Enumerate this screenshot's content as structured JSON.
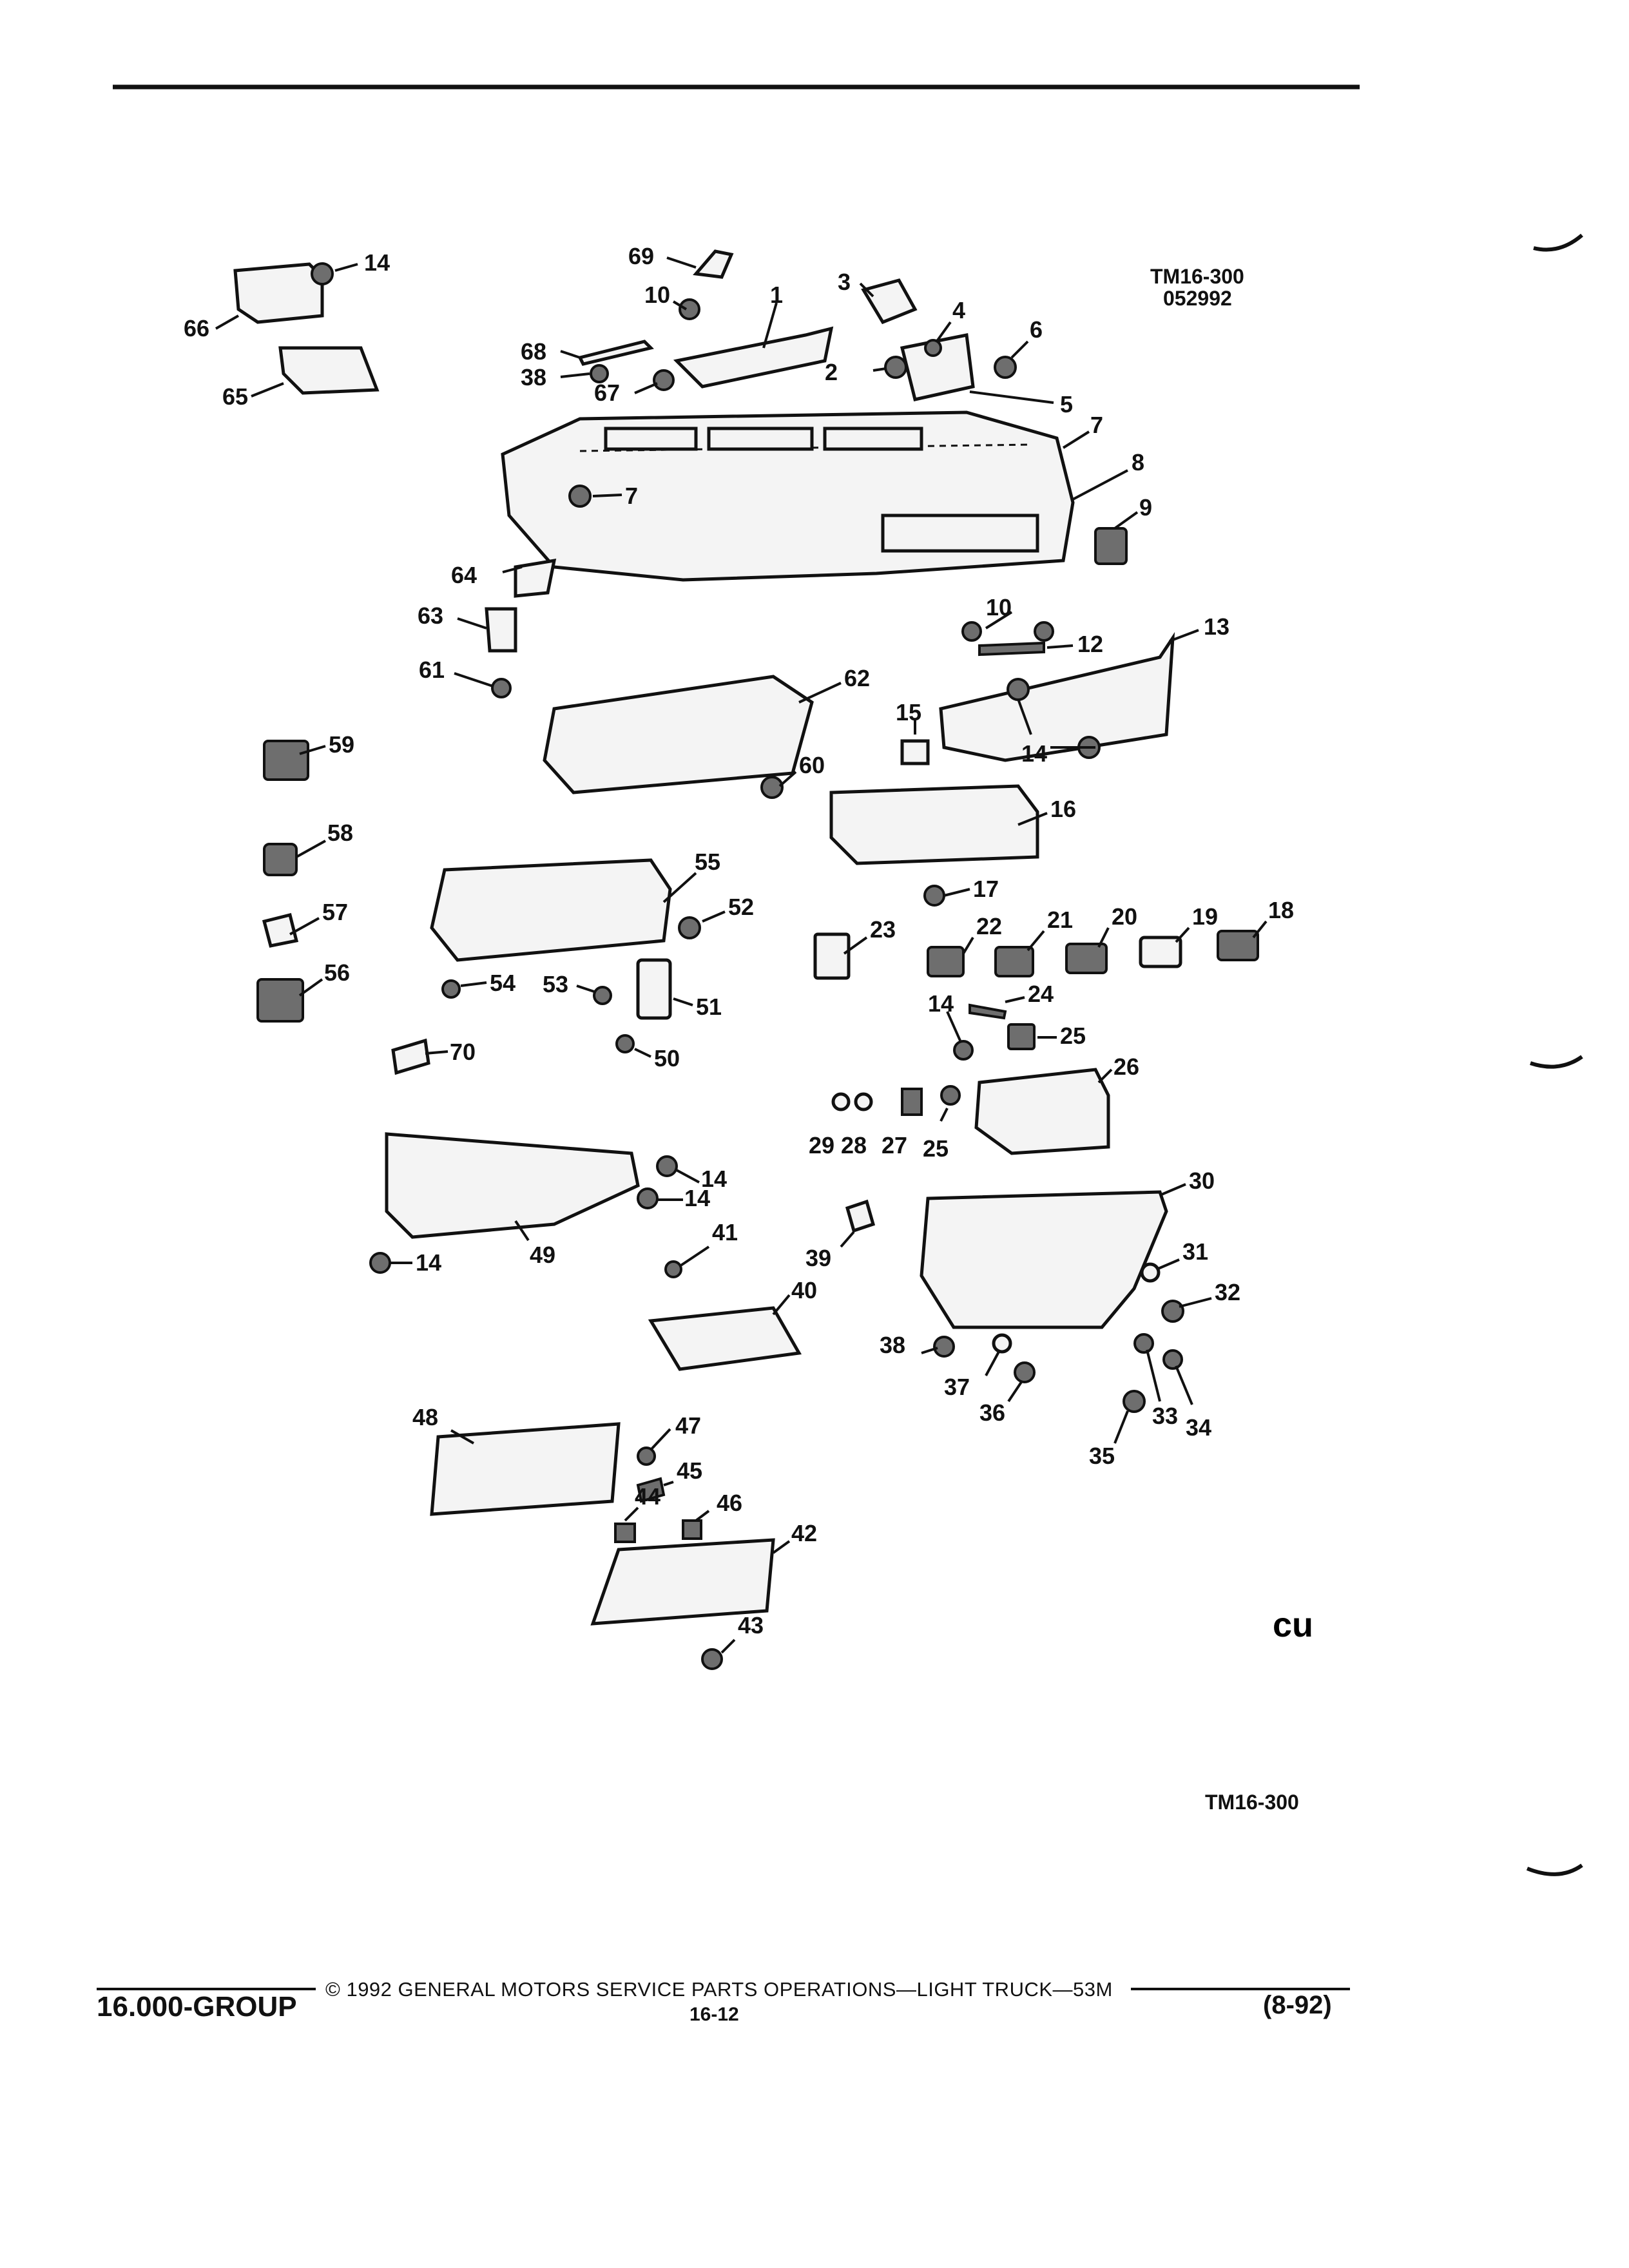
{
  "document": {
    "drawing_code": "TM16-300",
    "drawing_date": "052992",
    "bottom_ref": "TM16-300",
    "mark": "cu"
  },
  "footer": {
    "group": "16.000-GROUP",
    "copyright": "© 1992 GENERAL MOTORS SERVICE PARTS OPERATIONS—LIGHT TRUCK—53M",
    "page": "16-12",
    "revision": "(8-92)"
  },
  "callouts": [
    {
      "id": "c14a",
      "label": "14"
    },
    {
      "id": "c66",
      "label": "66"
    },
    {
      "id": "c65",
      "label": "65"
    },
    {
      "id": "c69",
      "label": "69"
    },
    {
      "id": "c10a",
      "label": "10"
    },
    {
      "id": "c1",
      "label": "1"
    },
    {
      "id": "c68",
      "label": "68"
    },
    {
      "id": "c38a",
      "label": "38"
    },
    {
      "id": "c67",
      "label": "67"
    },
    {
      "id": "c3",
      "label": "3"
    },
    {
      "id": "c4",
      "label": "4"
    },
    {
      "id": "c6",
      "label": "6"
    },
    {
      "id": "c2",
      "label": "2"
    },
    {
      "id": "c5",
      "label": "5"
    },
    {
      "id": "c7a",
      "label": "7"
    },
    {
      "id": "c8",
      "label": "8"
    },
    {
      "id": "c7b",
      "label": "7"
    },
    {
      "id": "c9",
      "label": "9"
    },
    {
      "id": "c64",
      "label": "64"
    },
    {
      "id": "c10b",
      "label": "10"
    },
    {
      "id": "c12",
      "label": "12"
    },
    {
      "id": "c13",
      "label": "13"
    },
    {
      "id": "c63",
      "label": "63"
    },
    {
      "id": "c61",
      "label": "61"
    },
    {
      "id": "c62",
      "label": "62"
    },
    {
      "id": "c15",
      "label": "15"
    },
    {
      "id": "c14b",
      "label": "14"
    },
    {
      "id": "c59",
      "label": "59"
    },
    {
      "id": "c60",
      "label": "60"
    },
    {
      "id": "c16",
      "label": "16"
    },
    {
      "id": "c58",
      "label": "58"
    },
    {
      "id": "c55",
      "label": "55"
    },
    {
      "id": "c17",
      "label": "17"
    },
    {
      "id": "c52",
      "label": "52"
    },
    {
      "id": "c57",
      "label": "57"
    },
    {
      "id": "c22",
      "label": "22"
    },
    {
      "id": "c21",
      "label": "21"
    },
    {
      "id": "c20",
      "label": "20"
    },
    {
      "id": "c19",
      "label": "19"
    },
    {
      "id": "c18",
      "label": "18"
    },
    {
      "id": "c23",
      "label": "23"
    },
    {
      "id": "c56",
      "label": "56"
    },
    {
      "id": "c54",
      "label": "54"
    },
    {
      "id": "c53",
      "label": "53"
    },
    {
      "id": "c51",
      "label": "51"
    },
    {
      "id": "c24",
      "label": "24"
    },
    {
      "id": "c14c",
      "label": "14"
    },
    {
      "id": "c25a",
      "label": "25"
    },
    {
      "id": "c70",
      "label": "70"
    },
    {
      "id": "c50",
      "label": "50"
    },
    {
      "id": "c26",
      "label": "26"
    },
    {
      "id": "c29",
      "label": "29"
    },
    {
      "id": "c28",
      "label": "28"
    },
    {
      "id": "c27",
      "label": "27"
    },
    {
      "id": "c25b",
      "label": "25"
    },
    {
      "id": "c14d",
      "label": "14"
    },
    {
      "id": "c14e",
      "label": "14"
    },
    {
      "id": "c30",
      "label": "30"
    },
    {
      "id": "c14f",
      "label": "14"
    },
    {
      "id": "c49",
      "label": "49"
    },
    {
      "id": "c41",
      "label": "41"
    },
    {
      "id": "c39",
      "label": "39"
    },
    {
      "id": "c31",
      "label": "31"
    },
    {
      "id": "c40",
      "label": "40"
    },
    {
      "id": "c32",
      "label": "32"
    },
    {
      "id": "c38b",
      "label": "38"
    },
    {
      "id": "c37",
      "label": "37"
    },
    {
      "id": "c36",
      "label": "36"
    },
    {
      "id": "c33",
      "label": "33"
    },
    {
      "id": "c34",
      "label": "34"
    },
    {
      "id": "c35",
      "label": "35"
    },
    {
      "id": "c48",
      "label": "48"
    },
    {
      "id": "c47",
      "label": "47"
    },
    {
      "id": "c45",
      "label": "45"
    },
    {
      "id": "c44",
      "label": "44"
    },
    {
      "id": "c46",
      "label": "46"
    },
    {
      "id": "c42",
      "label": "42"
    },
    {
      "id": "c43",
      "label": "43"
    }
  ]
}
